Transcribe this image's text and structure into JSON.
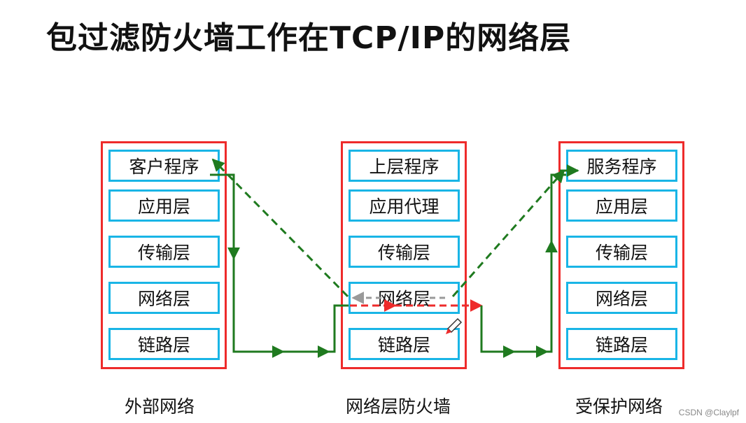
{
  "title": "包过滤防火墙工作在TCP/IP的网络层",
  "stacks": {
    "external": {
      "caption": "外部网络",
      "layers": [
        "客户程序",
        "应用层",
        "传输层",
        "网络层",
        "链路层"
      ]
    },
    "firewall": {
      "caption": "网络层防火墙",
      "layers": [
        "上层程序",
        "应用代理",
        "传输层",
        "网络层",
        "链路层"
      ]
    },
    "protected": {
      "caption": "受保护网络",
      "layers": [
        "服务程序",
        "应用层",
        "传输层",
        "网络层",
        "链路层"
      ]
    }
  },
  "watermark": "CSDN @Claylpf",
  "colors": {
    "stack_border": "#ee2b2b",
    "layer_border": "#19b5e6",
    "path": "#1f7a1f",
    "filter": "#ee2b2b",
    "reverse": "#9a9a9a"
  }
}
